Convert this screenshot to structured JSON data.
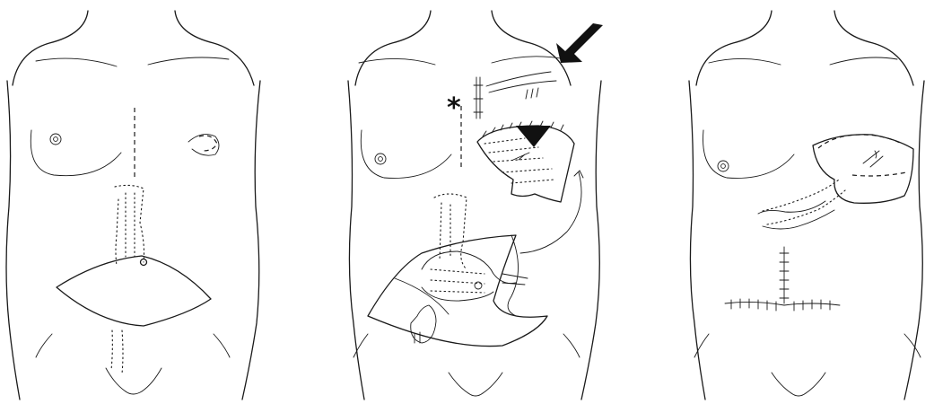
{
  "figure": {
    "panels": [
      {
        "id": "left",
        "description_free": true
      },
      {
        "id": "middle",
        "description_free": true
      },
      {
        "id": "right",
        "description_free": true
      }
    ],
    "annotations": {
      "asterisk": "*"
    }
  }
}
